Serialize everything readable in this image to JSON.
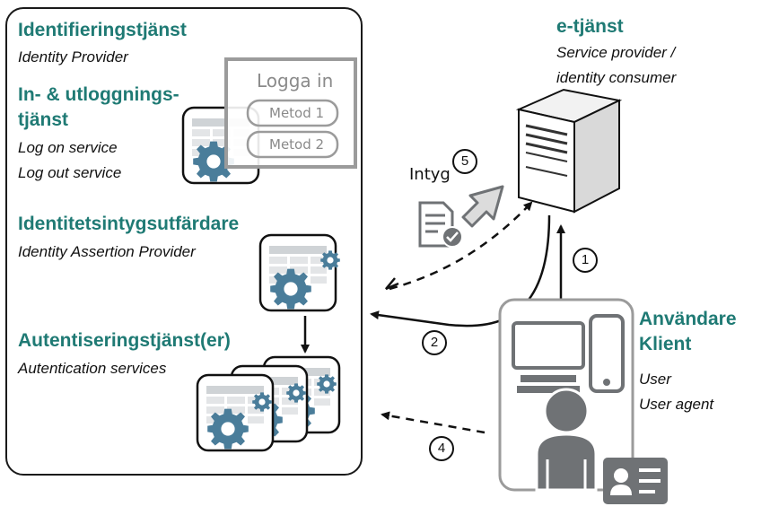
{
  "idp": {
    "title": "Identifieringstjänst",
    "subtitle": "Identity Provider",
    "login_service": {
      "title_line1": "In- & utloggnings-",
      "title_line2": "tjänst",
      "en_line1": "Log on service",
      "en_line2": "Log out service"
    },
    "login_dialog": {
      "title": "Logga in",
      "method1": "Metod 1",
      "method2": "Metod 2"
    },
    "assertion_provider": {
      "title": "Identitetsintygsutfärdare",
      "subtitle": "Identity Assertion Provider"
    },
    "auth_services": {
      "title": "Autentiseringstjänst(er)",
      "subtitle": "Autentication services"
    }
  },
  "sp": {
    "title": "e-tjänst",
    "line1": "Service provider /",
    "line2": "identity consumer"
  },
  "user": {
    "title_line1": "Användare",
    "title_line2": "Klient",
    "en_line1": "User",
    "en_line2": "User agent"
  },
  "assertion_label": "Intyg",
  "steps": [
    "1",
    "2",
    "4",
    "5"
  ],
  "colors": {
    "accent": "#1f7a74",
    "icon_gray": "#6f7275",
    "light_gray": "#c8c8c8"
  }
}
